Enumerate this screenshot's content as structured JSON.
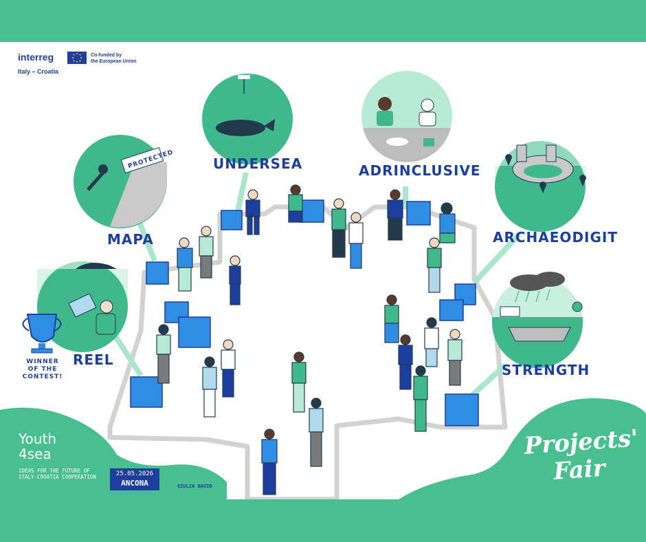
{
  "header": {
    "brand": "interreg",
    "program": "Italy – Croatia",
    "eu_text_1": "Co-funded by",
    "eu_text_2": "the European Union"
  },
  "projects": {
    "undersea": "UNDERSEA",
    "adrinclusive": "ADRINCLUSIVE",
    "mapa": "MAPA",
    "archaeodigit": "ARCHAEODIGIT",
    "reel": "REEL",
    "strength": "STRENGTH"
  },
  "illustration_text": {
    "protected_sign": "PROTECTED",
    "winner": "WINNER OF THE CONTEST!"
  },
  "footer": {
    "youth_line1": "Youth",
    "youth_line2": "4sea",
    "tagline": "IDEAS FOR THE FUTURE OF ITALY-CROATIA COOPERATION",
    "date": "25.05.2026",
    "city": "ANCONA",
    "artist": "GIULIA DAVID",
    "fair_line1": "Projects'",
    "fair_line2": "Fair"
  },
  "colors": {
    "green": "#47bf8f",
    "light_green": "#c8efdf",
    "blue": "#1c3f9e",
    "cube_blue": "#2f8de4",
    "gray": "#cfcfcf"
  }
}
